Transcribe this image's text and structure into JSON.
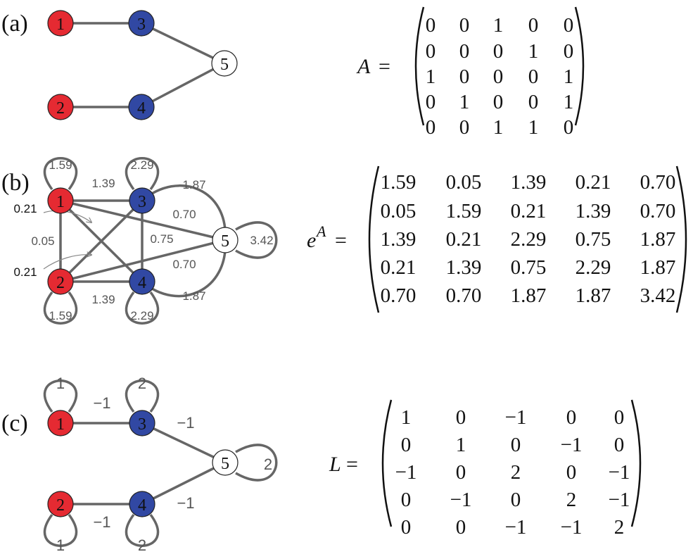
{
  "colors": {
    "red": "#e52a32",
    "blue": "#3148a3",
    "white": "#ffffff",
    "edge": "#666666",
    "thin": "#888888"
  },
  "panels": {
    "a": {
      "label": "(a)",
      "nodes": {
        "n1": "1",
        "n2": "2",
        "n3": "3",
        "n4": "4",
        "n5": "5"
      },
      "equation": {
        "lhs": "A",
        "equals": "="
      },
      "matrix": [
        [
          "0",
          "0",
          "1",
          "0",
          "0"
        ],
        [
          "0",
          "0",
          "0",
          "1",
          "0"
        ],
        [
          "1",
          "0",
          "0",
          "0",
          "1"
        ],
        [
          "0",
          "1",
          "0",
          "0",
          "1"
        ],
        [
          "0",
          "0",
          "1",
          "1",
          "0"
        ]
      ]
    },
    "b": {
      "label": "(b)",
      "nodes": {
        "n1": "1",
        "n2": "2",
        "n3": "3",
        "n4": "4",
        "n5": "5"
      },
      "edge_labels": {
        "loop1": "1.59",
        "loop2": "1.59",
        "loop3": "2.29",
        "loop4": "2.29",
        "loop5": "3.42",
        "e13": "1.39",
        "e24": "1.39",
        "e35": "1.87",
        "e45": "1.87",
        "e15": "0.70",
        "e25": "0.70",
        "e34": "0.75",
        "e12": "0.05",
        "e14": "0.21",
        "e23": "0.21"
      },
      "equation": {
        "base": "e",
        "exponent": "A",
        "equals": "="
      },
      "matrix": [
        [
          "1.59",
          "0.05",
          "1.39",
          "0.21",
          "0.70"
        ],
        [
          "0.05",
          "1.59",
          "0.21",
          "1.39",
          "0.70"
        ],
        [
          "1.39",
          "0.21",
          "2.29",
          "0.75",
          "1.87"
        ],
        [
          "0.21",
          "1.39",
          "0.75",
          "2.29",
          "1.87"
        ],
        [
          "0.70",
          "0.70",
          "1.87",
          "1.87",
          "3.42"
        ]
      ]
    },
    "c": {
      "label": "(c)",
      "nodes": {
        "n1": "1",
        "n2": "2",
        "n3": "3",
        "n4": "4",
        "n5": "5"
      },
      "edge_labels": {
        "loop1": "1",
        "loop2": "1",
        "loop3": "2",
        "loop4": "2",
        "loop5": "2",
        "e13": "−1",
        "e24": "−1",
        "e35": "−1",
        "e45": "−1"
      },
      "equation": {
        "lhs": "L",
        "equals": "="
      },
      "matrix": [
        [
          "1",
          "0",
          "−1",
          "0",
          "0"
        ],
        [
          "0",
          "1",
          "0",
          "−1",
          "0"
        ],
        [
          "−1",
          "0",
          "2",
          "0",
          "−1"
        ],
        [
          "0",
          "−1",
          "0",
          "2",
          "−1"
        ],
        [
          "0",
          "0",
          "−1",
          "−1",
          "2"
        ]
      ]
    }
  }
}
